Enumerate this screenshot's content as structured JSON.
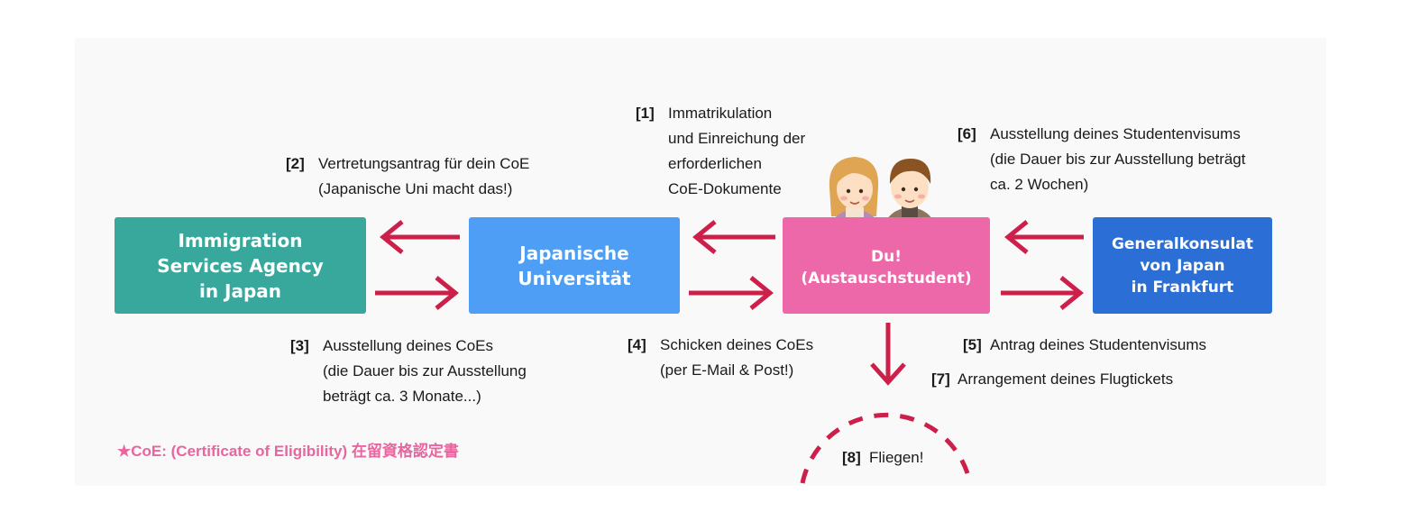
{
  "nodes": {
    "isa": "Immigration\nServices Agency\nin Japan",
    "uni": "Japanische\nUniversität",
    "du": "Du!\n(Austauschstudent)",
    "gk": "Generalkonsulat\nvon Japan\nin Frankfurt"
  },
  "steps": {
    "s1": {
      "num": "[1]",
      "lines": [
        "Immatrikulation",
        "und Einreichung der",
        "erforderlichen",
        "CoE-Dokumente"
      ]
    },
    "s2": {
      "num": "[2]",
      "lines": [
        "Vertretungsantrag für dein CoE",
        "(Japanische Uni macht das!)"
      ]
    },
    "s3": {
      "num": "[3]",
      "lines": [
        "Ausstellung deines CoEs",
        "(die Dauer bis zur Ausstellung",
        "beträgt ca. 3 Monate...)"
      ]
    },
    "s4": {
      "num": "[4]",
      "lines": [
        "Schicken deines CoEs",
        "(per E-Mail & Post!)"
      ]
    },
    "s5": {
      "num": "[5]",
      "lines": [
        "Antrag deines Studentenvisums"
      ]
    },
    "s6": {
      "num": "[6]",
      "lines": [
        "Ausstellung deines Studentenvisums",
        "(die Dauer bis zur Ausstellung beträgt",
        "ca. 2 Wochen)"
      ]
    },
    "s7": {
      "num": "[7]",
      "lines": [
        "Arrangement deines Flugtickets"
      ]
    },
    "s8": {
      "num": "[8]",
      "lines": [
        "Fliegen!"
      ]
    }
  },
  "footnote": "★CoE: (Certificate of Eligibility) 在留資格認定書",
  "colors": {
    "arrow": "#cc1f4a",
    "isa": "#38a89d",
    "uni": "#4d9ef4",
    "du": "#ec68a8",
    "gk": "#2b6fd6",
    "footnote": "#e8659f"
  },
  "icons": [
    "students-illustration",
    "arrow-left",
    "arrow-right",
    "arrow-down",
    "dashed-arc"
  ]
}
